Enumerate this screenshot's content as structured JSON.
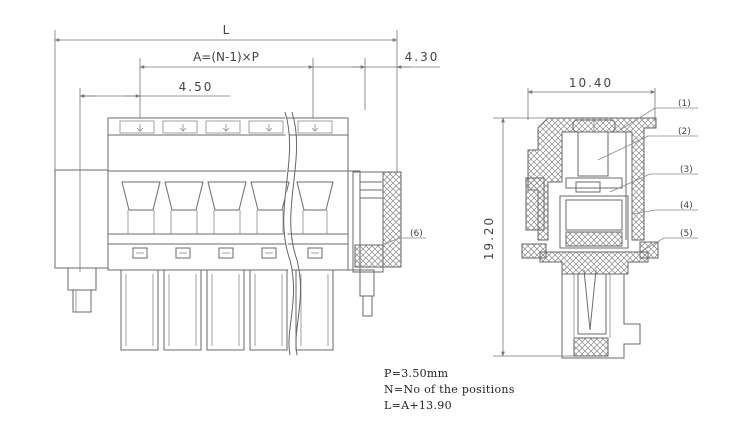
{
  "dimensions": {
    "overall_length": "L",
    "pitch_formula": "A=(N-1)×P",
    "offset_right": "4.30",
    "pin_offset": "4.50",
    "side_width": "10.40",
    "side_height": "19.20"
  },
  "callouts": [
    "(1)",
    "(2)",
    "(3)",
    "(4)",
    "(5)",
    "(6)"
  ],
  "notes": [
    "P=3.50mm",
    "N=No of the positions",
    "L=A+13.90"
  ]
}
